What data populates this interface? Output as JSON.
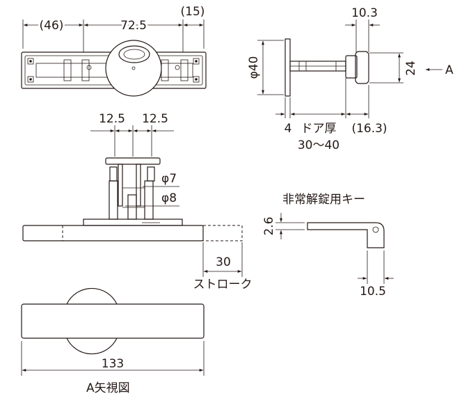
{
  "top_view": {
    "dim_left": "(46)",
    "dim_mid": "72.5",
    "dim_right": "(15)"
  },
  "side_view": {
    "dim_knob_width": "10.3",
    "dim_diameter": "φ40",
    "dim_height": "24",
    "arrow_label": "A",
    "dim_plate": "4",
    "door_label": "ドア厚",
    "door_range": "30〜40",
    "dim_knob_offset": "(16.3)"
  },
  "section_view": {
    "dim_left": "12.5",
    "dim_right": "12.5",
    "dim_phi7": "φ7",
    "dim_phi8": "φ8",
    "dim_stroke": "30",
    "stroke_label": "ストローク"
  },
  "key_view": {
    "title": "非常解錠用キー",
    "dim_thickness": "2.6",
    "dim_width": "10.5"
  },
  "a_view": {
    "dim_length": "133",
    "label": "A矢視図"
  }
}
